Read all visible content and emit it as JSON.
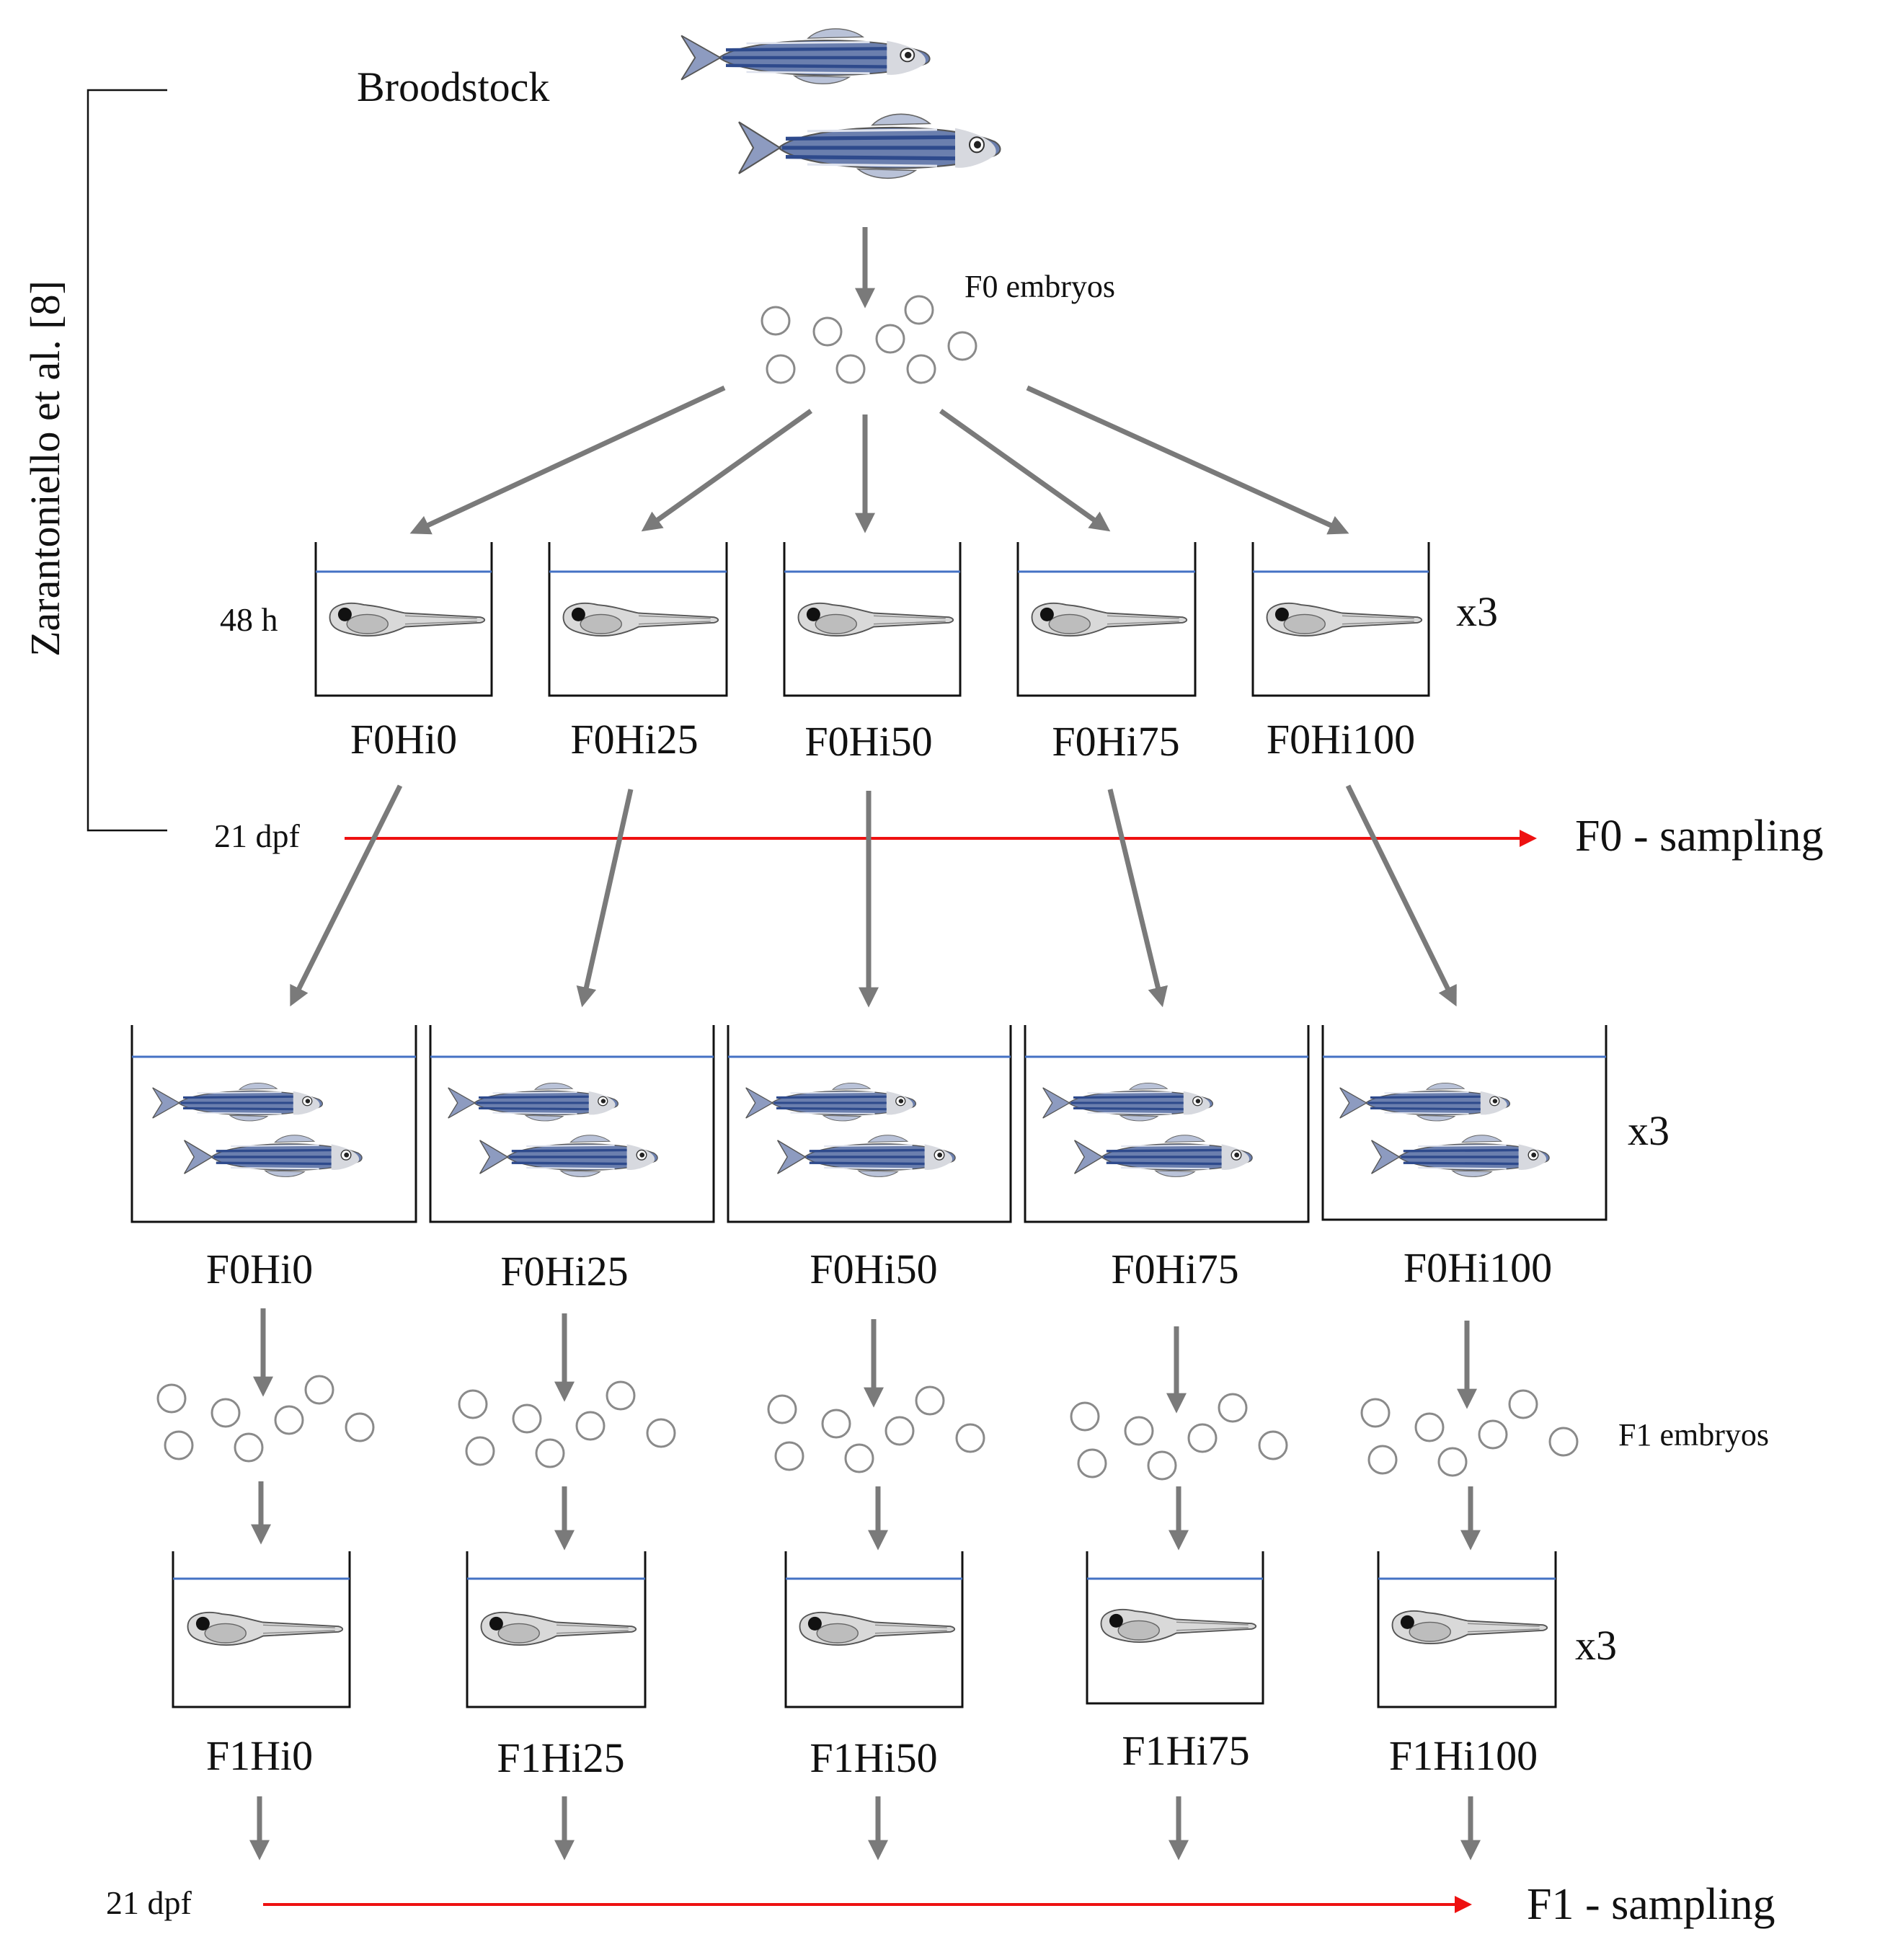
{
  "labels": {
    "broodstock": "Broodstock",
    "reference": "Zarantoniello et al. [8]",
    "f0_embryos": "F0 embryos",
    "f1_embryos": "F1 embryos",
    "time_48h": "48 h",
    "dpf_21_f0": "21 dpf",
    "dpf_21_f1": "21 dpf",
    "replicates_row1": "x3",
    "replicates_row2": "x3",
    "replicates_row3": "x3",
    "f0_sampling": "F0 - sampling",
    "f1_sampling": "F1 - sampling"
  },
  "f0_larva_groups": [
    "F0Hi0",
    "F0Hi25",
    "F0Hi50",
    "F0Hi75",
    "F0Hi100"
  ],
  "f0_adult_groups": [
    "F0Hi0",
    "F0Hi25",
    "F0Hi50",
    "F0Hi75",
    "F0Hi100"
  ],
  "f1_groups": [
    "F1Hi0",
    "F1Hi25",
    "F1Hi50",
    "F1Hi75",
    "F1Hi100"
  ],
  "colors": {
    "fish_body": "#6b7fae",
    "fish_stripe": "#2e4a8c",
    "water_line": "#4472c4",
    "arrow": "#7a7a7a",
    "sampling_arrow": "#ee1111"
  }
}
